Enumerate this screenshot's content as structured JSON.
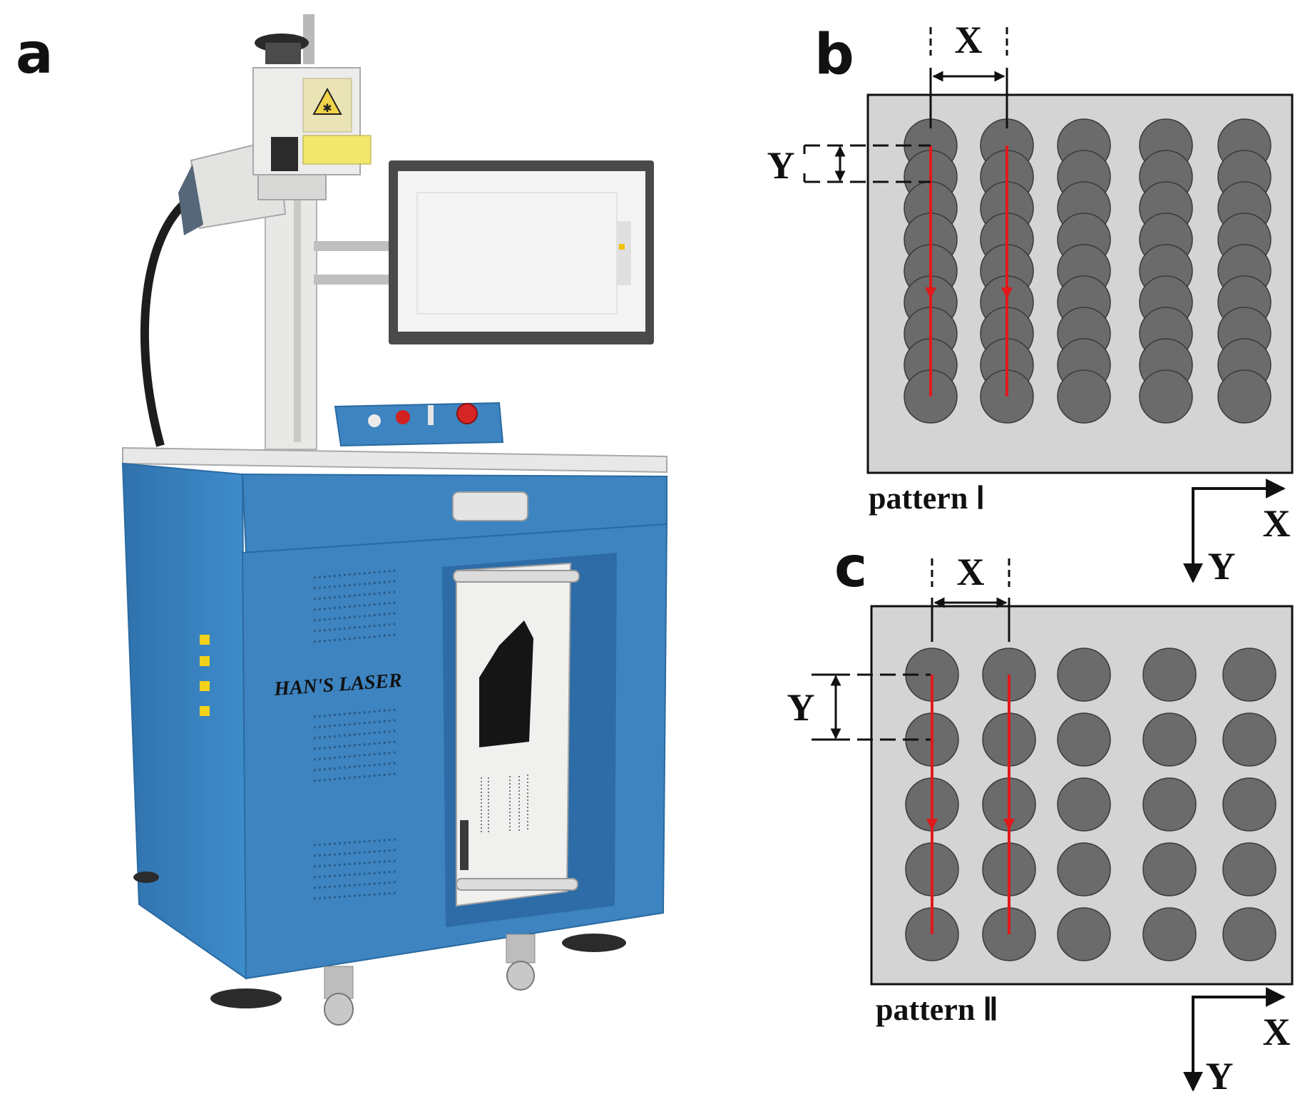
{
  "panels": {
    "a": {
      "letter": "a",
      "machine_brand": "HAN'S LASER"
    },
    "b": {
      "letter": "b",
      "pattern_label": "pattern Ⅰ",
      "spacing_x_label": "X",
      "spacing_y_label": "Y",
      "axis_x_label": "X",
      "axis_y_label": "Y",
      "grid": {
        "columns": 5,
        "rows": 9,
        "overlapping": true,
        "scanned_columns": 2
      }
    },
    "c": {
      "letter": "c",
      "pattern_label": "pattern Ⅱ",
      "spacing_x_label": "X",
      "spacing_y_label": "Y",
      "axis_x_label": "X",
      "axis_y_label": "Y",
      "grid": {
        "columns": 5,
        "rows": 5,
        "overlapping": false,
        "scanned_columns": 2
      }
    }
  },
  "colors": {
    "machine_blue": "#3d84c0",
    "spot_fill": "#6b6b6b",
    "plate_fill": "#d4d4d4",
    "scan_path": "#e0191b"
  }
}
